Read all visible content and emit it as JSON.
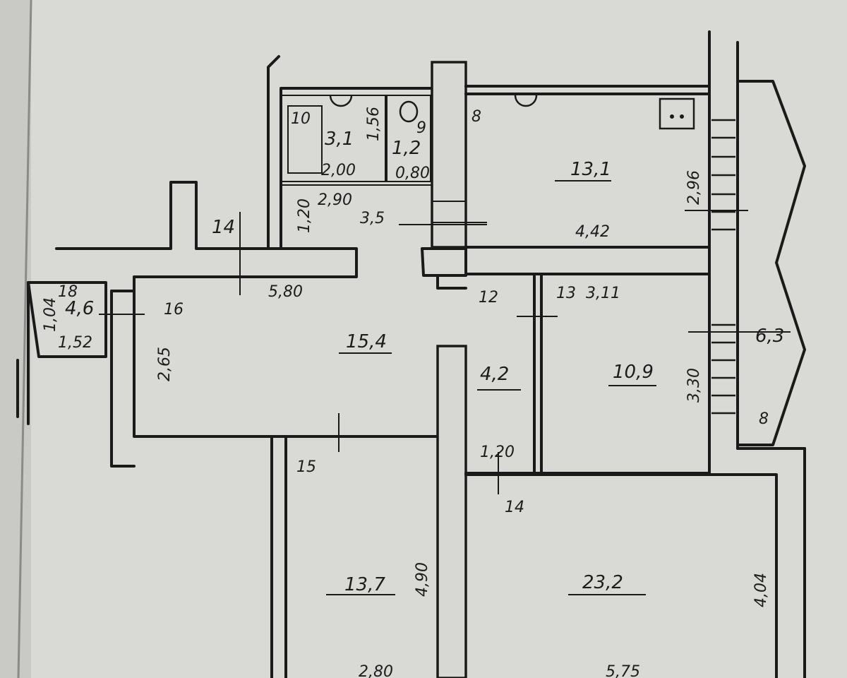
{
  "areas": {
    "top_left_storage": "4,6",
    "bath": "3,1",
    "wc": "1,2",
    "kitchen": "13,1",
    "living": "15,4",
    "corridor": "4,2",
    "bedroom_small": "10,9",
    "bedroom_bottom_left": "13,7",
    "bedroom_bottom_right": "23,2",
    "balcony": "6,3"
  },
  "room_numbers": {
    "n8": "8",
    "n9": "9",
    "n10": "10",
    "n12": "12",
    "n13": "13",
    "n14_top": "14",
    "n14_bottom": "14",
    "n15": "15",
    "n16": "16",
    "n18": "18",
    "n8_balcony": "8"
  },
  "dimensions": {
    "bath_height": "1,56",
    "bath_width": "2,00",
    "wc_width": "0,80",
    "hall_height": "1,20",
    "hall_width_a": "2,90",
    "hall_width_b": "3,5",
    "kitchen_depth": "2,96",
    "kitchen_width": "4,42",
    "living_width": "5,80",
    "living_depth": "2,65",
    "bedroom_small_width": "3,11",
    "bedroom_small_depth": "3,30",
    "door_width": "1,20",
    "storage_height": "1,04",
    "storage_width": "1,52",
    "bedroom_bl_depth": "4,90",
    "bedroom_br_depth": "4,04",
    "bedroom_bl_width": "2,80",
    "bedroom_br_width": "5,75"
  }
}
